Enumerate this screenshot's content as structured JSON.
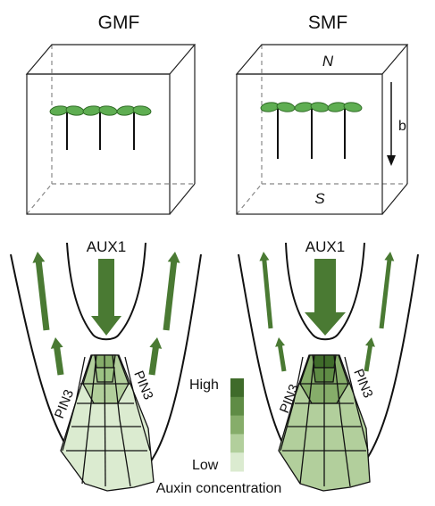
{
  "panels": {
    "left": {
      "title": "GMF",
      "root": {
        "top_label": "AUX1",
        "side_label_left": "PIN3",
        "side_label_right": "PIN3"
      }
    },
    "right": {
      "title": "SMF",
      "box": {
        "north_label": "N",
        "south_label": "S",
        "field_label": "b"
      },
      "root": {
        "top_label": "AUX1",
        "side_label_left": "PIN3",
        "side_label_right": "PIN3"
      }
    }
  },
  "legend": {
    "high_label": "High",
    "low_label": "Low",
    "title": "Auxin concentration",
    "colors": [
      "#3f6b2a",
      "#5f8c45",
      "#86ad6a",
      "#b2cf9c",
      "#dbebd0"
    ]
  },
  "colors": {
    "leaf": "#5fae52",
    "arrow": "#4a7a33",
    "box_line": "#222222",
    "box_dash": "#888888"
  }
}
